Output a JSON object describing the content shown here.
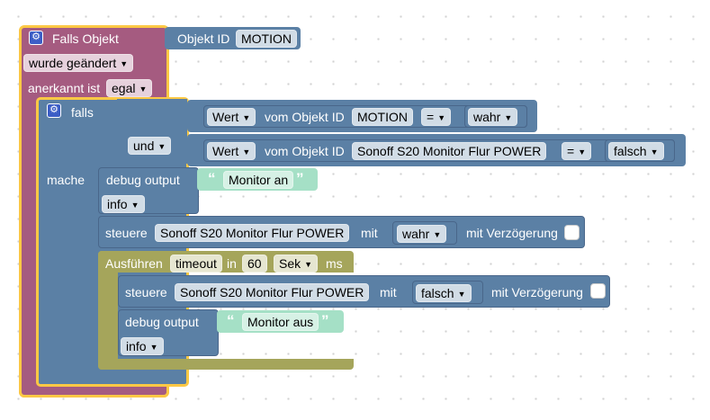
{
  "trigger": {
    "title": "Falls Objekt",
    "object_label": "Objekt ID",
    "object_value": "MOTION",
    "changed_value": "wurde geändert",
    "ack_label": "anerkannt ist",
    "ack_value": "egal"
  },
  "if_block": {
    "title": "falls",
    "and_value": "und",
    "do_label": "mache",
    "cond1": {
      "prop": "Wert",
      "from_label": "vom Objekt ID",
      "object": "MOTION",
      "op": "=",
      "value": "wahr"
    },
    "cond2": {
      "prop": "Wert",
      "from_label": "vom Objekt ID",
      "object": "Sonoff S20 Monitor Flur POWER",
      "op": "=",
      "value": "falsch"
    }
  },
  "debug1": {
    "label": "debug output",
    "text": "Monitor an",
    "level": "info"
  },
  "control1": {
    "label": "steuere",
    "object": "Sonoff S20 Monitor Flur POWER",
    "with_label": "mit",
    "value": "wahr",
    "delay_label": "mit Verzögerung"
  },
  "timeout": {
    "label": "Ausführen",
    "name": "timeout",
    "in_label": "in",
    "amount": "60",
    "unit": "Sek",
    "ms_label": "ms"
  },
  "control2": {
    "label": "steuere",
    "object": "Sonoff S20 Monitor Flur POWER",
    "with_label": "mit",
    "value": "falsch",
    "delay_label": "mit Verzögerung"
  },
  "debug2": {
    "label": "debug output",
    "text": "Monitor aus",
    "level": "info"
  },
  "colors": {
    "trigger": "#a55b80",
    "logic": "#5b80a5",
    "text": "#a5e0c6",
    "timeout": "#a5a55b",
    "highlight": "#fcc844"
  },
  "icons": {
    "settings": "gear-icon",
    "dropdown": "triangle-down-icon"
  }
}
